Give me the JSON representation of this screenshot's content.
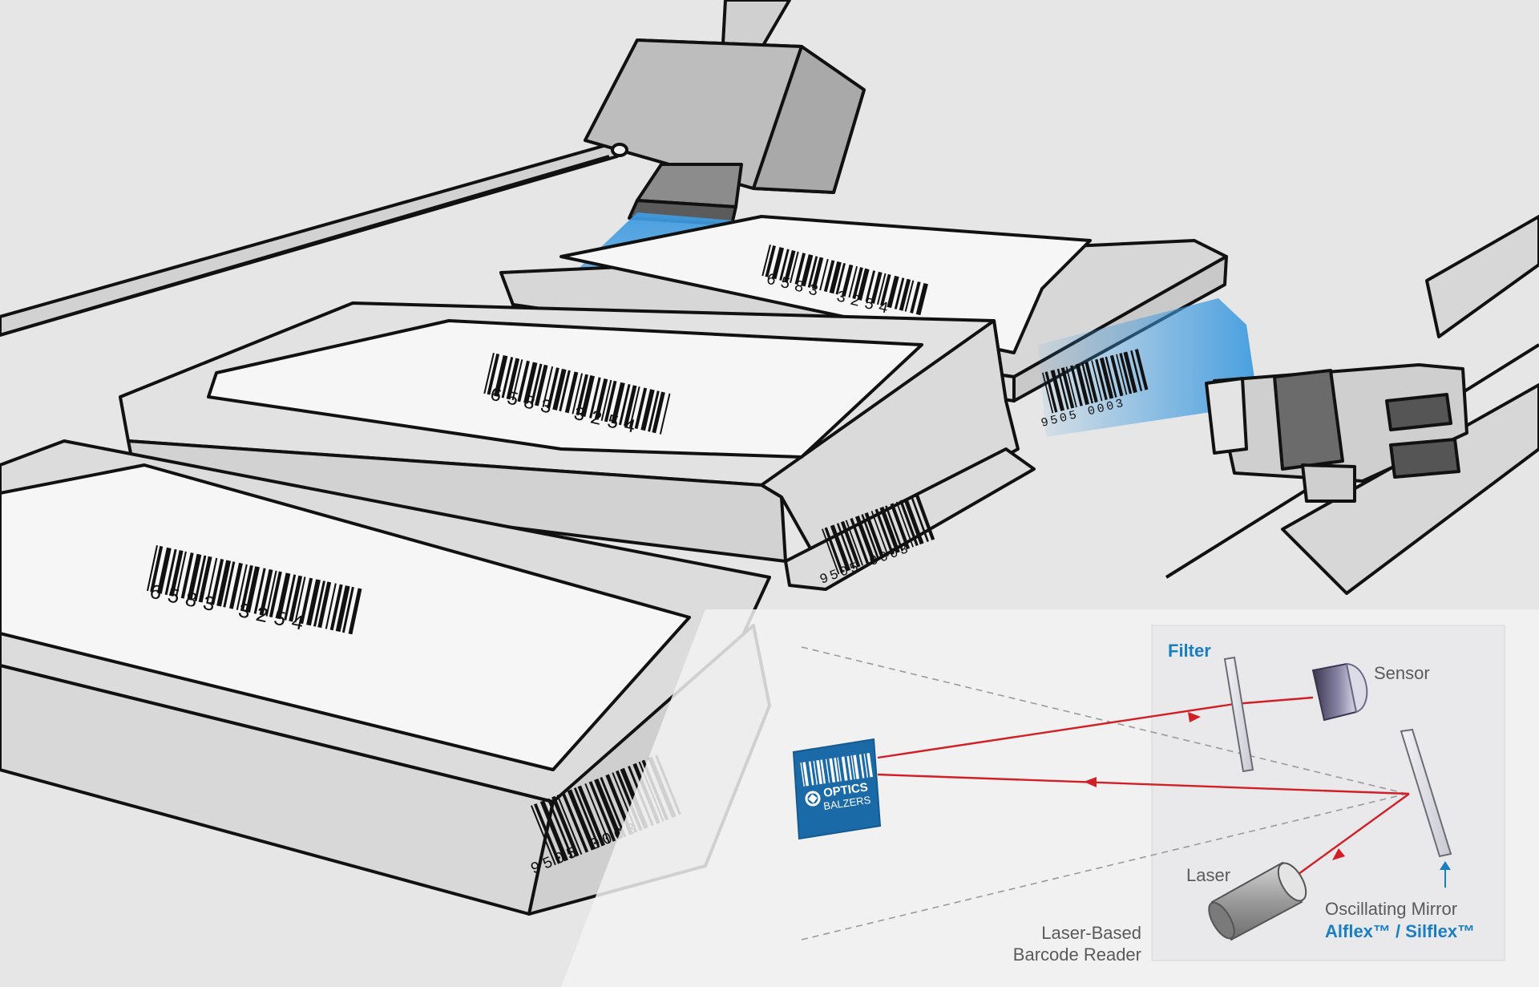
{
  "colors": {
    "background": "#e6e6e6",
    "box_face": "#dcdcdc",
    "paper": "#f6f6f6",
    "scanner": "#bdbdbd",
    "light_blue": "#3f9be0",
    "laser_red": "#d21f26",
    "brand_blue": "#1a6aa8",
    "accent_text": "#1a7fc0"
  },
  "barcodes": {
    "large": "6583 3254",
    "side": "9505 0003"
  },
  "logo": {
    "line1": "OPTICS",
    "line2": "BALZERS",
    "icon": "optics-balzers-logo-icon"
  },
  "inset": {
    "filter_label": "Filter",
    "sensor_label": "Sensor",
    "laser_label": "Laser",
    "mirror_label": "Oscillating Mirror",
    "mirror_product": "Alflex™ / Silflex™",
    "caption_line1": "Laser-Based",
    "caption_line2": "Barcode Reader"
  }
}
